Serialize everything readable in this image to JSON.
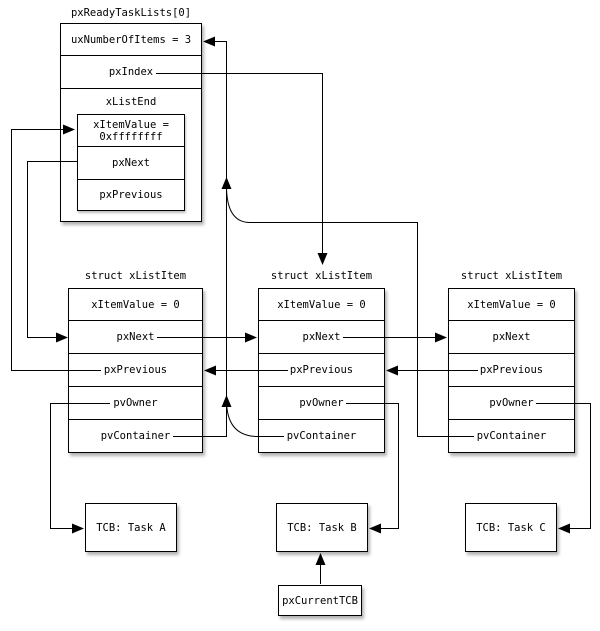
{
  "ready_list": {
    "title": "pxReadyTaskLists[0]",
    "num_items": "uxNumberOfItems = 3",
    "index": "pxIndex",
    "list_end": {
      "title": "xListEnd",
      "item_value_line1": "xItemValue =",
      "item_value_line2": "0xffffffff",
      "next": "pxNext",
      "previous": "pxPrevious"
    }
  },
  "list_items": [
    {
      "title": "struct xListItem",
      "item_value": "xItemValue = 0",
      "next": "pxNext",
      "previous": "pxPrevious",
      "owner": "pvOwner",
      "container": "pvContainer"
    },
    {
      "title": "struct xListItem",
      "item_value": "xItemValue = 0",
      "next": "pxNext",
      "previous": "pxPrevious",
      "owner": "pvOwner",
      "container": "pvContainer"
    },
    {
      "title": "struct xListItem",
      "item_value": "xItemValue = 0",
      "next": "pxNext",
      "previous": "pxPrevious",
      "owner": "pvOwner",
      "container": "pvContainer"
    }
  ],
  "tcbs": [
    {
      "label": "TCB: Task A"
    },
    {
      "label": "TCB: Task B"
    },
    {
      "label": "TCB: Task C"
    }
  ],
  "current_tcb_label": "pxCurrentTCB",
  "colors": {
    "line": "#000000",
    "box_fill": "#ffffff",
    "text": "#000000"
  }
}
